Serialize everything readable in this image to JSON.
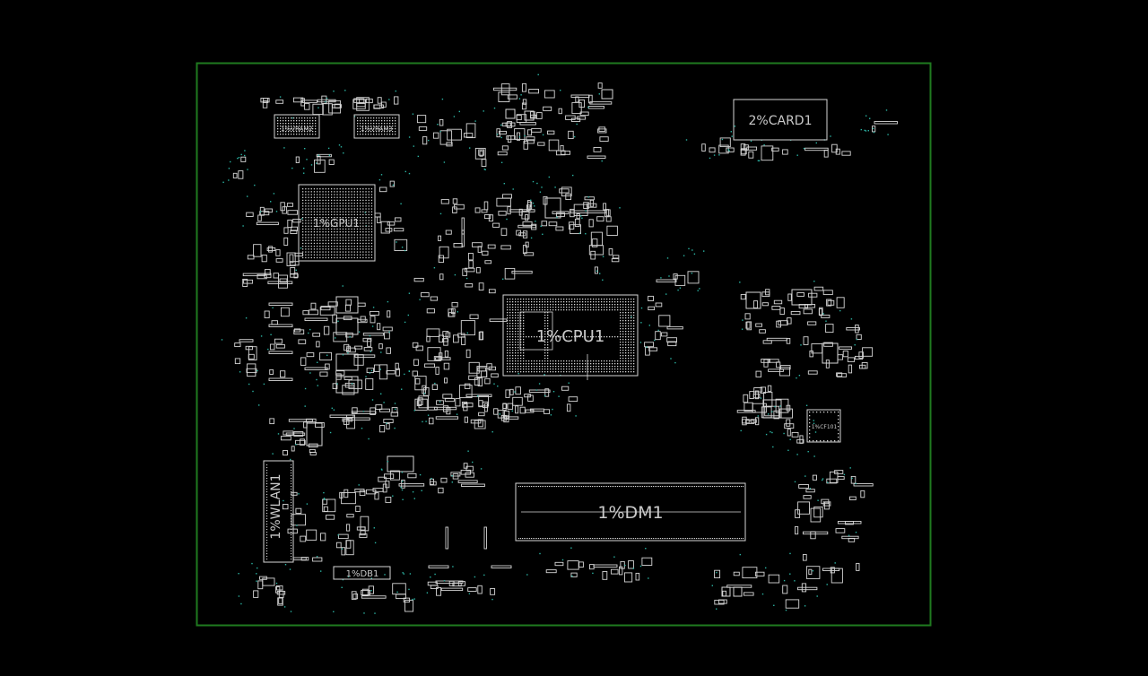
{
  "board": {
    "outline_color": "#1f7a1f",
    "background_color": "#000000",
    "part_color": "#d6d6d6",
    "label_color": "#c9c9c9",
    "testpoint_color": "#2bb3a3",
    "components": {
      "vram2": "1%VRAM2",
      "vram3": "1%VRAM3",
      "gpu1": "1%GPU1",
      "cpu1": "1%CPU1",
      "card1": "2%CARD1",
      "dm1": "1%DM1",
      "wlan1": "1%WLAN1",
      "db1": "1%DB1",
      "u_small": "1%CF101"
    }
  }
}
